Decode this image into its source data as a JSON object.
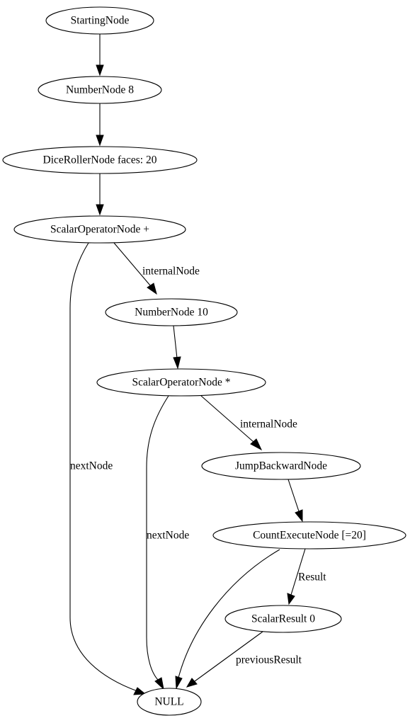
{
  "nodes": [
    {
      "id": "starting",
      "label": "StartingNode"
    },
    {
      "id": "number8",
      "label": "NumberNode 8"
    },
    {
      "id": "dice",
      "label": "DiceRollerNode faces: 20"
    },
    {
      "id": "scalarPlus",
      "label": "ScalarOperatorNode +"
    },
    {
      "id": "number10",
      "label": "NumberNode 10"
    },
    {
      "id": "scalarTimes",
      "label": "ScalarOperatorNode *"
    },
    {
      "id": "jumpBackward",
      "label": "JumpBackwardNode"
    },
    {
      "id": "countExecute",
      "label": "CountExecuteNode [=20]"
    },
    {
      "id": "scalarResult",
      "label": "ScalarResult 0"
    },
    {
      "id": "null",
      "label": "NULL"
    }
  ],
  "edges": [
    {
      "from": "starting",
      "to": "number8",
      "label": ""
    },
    {
      "from": "number8",
      "to": "dice",
      "label": ""
    },
    {
      "from": "dice",
      "to": "scalarPlus",
      "label": ""
    },
    {
      "from": "scalarPlus",
      "to": "number10",
      "label": "internalNode"
    },
    {
      "from": "scalarPlus",
      "to": "null",
      "label": "nextNode"
    },
    {
      "from": "number10",
      "to": "scalarTimes",
      "label": ""
    },
    {
      "from": "scalarTimes",
      "to": "jumpBackward",
      "label": "internalNode"
    },
    {
      "from": "scalarTimes",
      "to": "null",
      "label": "nextNode"
    },
    {
      "from": "jumpBackward",
      "to": "countExecute",
      "label": ""
    },
    {
      "from": "countExecute",
      "to": "scalarResult",
      "label": "Result"
    },
    {
      "from": "countExecute",
      "to": "null",
      "label": ""
    },
    {
      "from": "scalarResult",
      "to": "null",
      "label": "previousResult"
    }
  ]
}
